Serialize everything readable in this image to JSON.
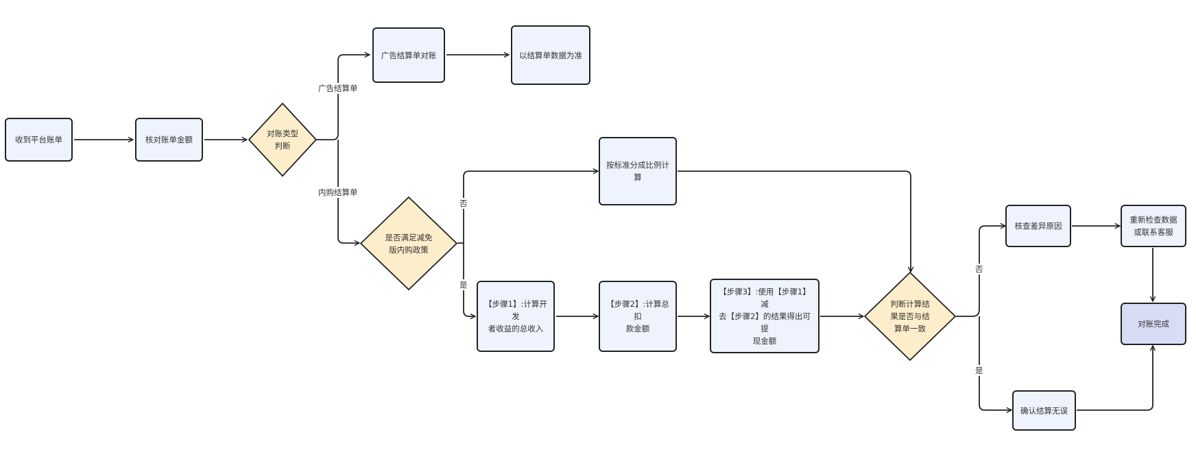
{
  "colors": {
    "process_fill": "#eef3fd",
    "decision_fill": "#fdeecb",
    "final_fill": "#d8dcf4",
    "stroke": "#222222",
    "text": "#333333"
  },
  "nodes": {
    "receive_bill": {
      "text": "收到平台账单",
      "shape": "process"
    },
    "verify_amount": {
      "text": "核对账单金额",
      "shape": "process"
    },
    "type_decision": {
      "text": "对账类型\n判断",
      "shape": "decision"
    },
    "ad_reconcile": {
      "text": "广告结算单对账",
      "shape": "process"
    },
    "ad_result": {
      "text": "以结算单数据为准",
      "shape": "process"
    },
    "policy_decision": {
      "text": "是否满足减免\n版内购政策",
      "shape": "decision"
    },
    "standard_split": {
      "text": "按标准分成比例计算",
      "shape": "process"
    },
    "step1": {
      "text": "【步骤1】:计算开发\n者收益的总收入",
      "shape": "process"
    },
    "step2": {
      "text": "【步骤2】:计算总扣\n款金额",
      "shape": "process"
    },
    "step3": {
      "text": "【步骤3】:使用【步骤1】减\n去【步骤2】的结果得出可提\n现金额",
      "shape": "process"
    },
    "match_decision": {
      "text": "判断计算结\n果是否与结\n算单一致",
      "shape": "decision"
    },
    "check_diff": {
      "text": "核查差异原因",
      "shape": "process"
    },
    "recheck": {
      "text": "重新检查数据\n或联系客服",
      "shape": "process"
    },
    "confirm": {
      "text": "确认结算无误",
      "shape": "process"
    },
    "done": {
      "text": "对账完成",
      "shape": "terminal"
    }
  },
  "edge_labels": {
    "ad_branch": "广告结算单",
    "iap_branch": "内购结算单",
    "policy_no": "否",
    "policy_yes": "是",
    "match_no": "否",
    "match_yes": "是"
  },
  "edges": [
    {
      "from": "receive_bill",
      "to": "verify_amount"
    },
    {
      "from": "verify_amount",
      "to": "type_decision"
    },
    {
      "from": "type_decision",
      "to": "ad_reconcile",
      "label": "广告结算单"
    },
    {
      "from": "type_decision",
      "to": "policy_decision",
      "label": "内购结算单"
    },
    {
      "from": "ad_reconcile",
      "to": "ad_result"
    },
    {
      "from": "policy_decision",
      "to": "standard_split",
      "label": "否"
    },
    {
      "from": "policy_decision",
      "to": "step1",
      "label": "是"
    },
    {
      "from": "step1",
      "to": "step2"
    },
    {
      "from": "step2",
      "to": "step3"
    },
    {
      "from": "step3",
      "to": "match_decision"
    },
    {
      "from": "standard_split",
      "to": "match_decision"
    },
    {
      "from": "match_decision",
      "to": "check_diff",
      "label": "否"
    },
    {
      "from": "match_decision",
      "to": "confirm",
      "label": "是"
    },
    {
      "from": "check_diff",
      "to": "recheck"
    },
    {
      "from": "recheck",
      "to": "done"
    },
    {
      "from": "confirm",
      "to": "done"
    }
  ]
}
